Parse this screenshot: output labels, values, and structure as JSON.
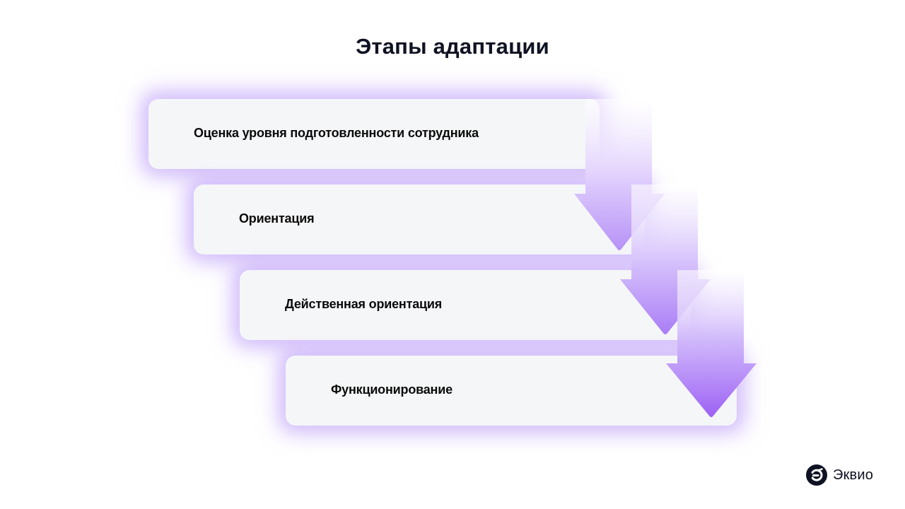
{
  "title": "Этапы адаптации",
  "steps": [
    {
      "label": "Оценка уровня подготовленности сотрудника"
    },
    {
      "label": "Ориентация"
    },
    {
      "label": "Действенная ориентация"
    },
    {
      "label": "Функционирование"
    }
  ],
  "arrows": [
    {
      "icon": "arrow-down-icon",
      "from_step": 1,
      "to_step": 2
    },
    {
      "icon": "arrow-down-icon",
      "from_step": 2,
      "to_step": 3
    },
    {
      "icon": "arrow-down-icon",
      "from_step": 3,
      "to_step": 4
    }
  ],
  "brand": {
    "name": "Эквио",
    "icon": "ekvio-logo-icon"
  },
  "colors": {
    "title": "#0f1222",
    "card_bg": "#f5f6f8",
    "glow": "#c9b0fb",
    "arrow_top": "#efe6fe",
    "arrow_bottom": "#a26bf5",
    "text": "#0a0a0a"
  }
}
